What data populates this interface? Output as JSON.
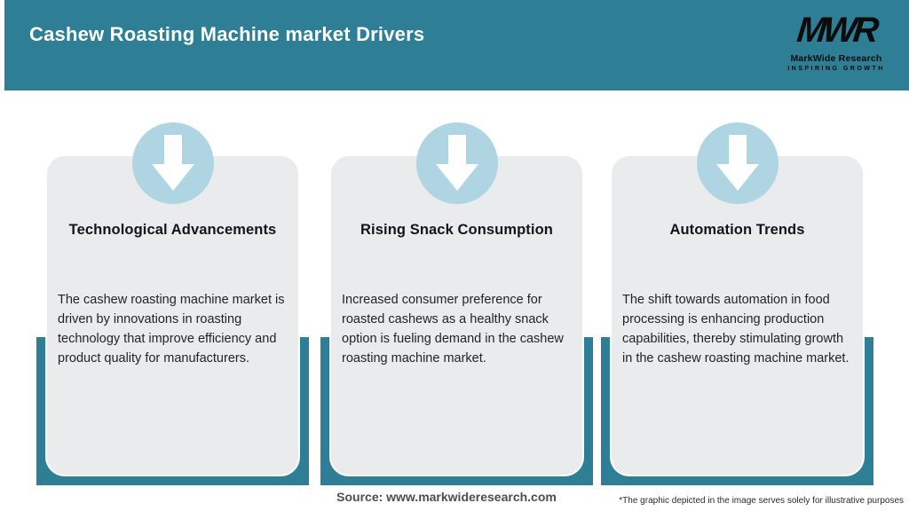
{
  "header": {
    "title": "Cashew Roasting Machine market Drivers",
    "logo": {
      "monogram": "MWR",
      "name": "MarkWide Research",
      "tagline": "INSPIRING GROWTH"
    }
  },
  "cards": [
    {
      "icon": "down-arrow-icon",
      "title": "Technological Advancements",
      "body": "The cashew roasting machine market is driven by innovations in roasting technology that improve efficiency and product quality for manufacturers."
    },
    {
      "icon": "down-arrow-icon",
      "title": "Rising Snack Consumption",
      "body": "Increased consumer preference for roasted cashews as a healthy snack option is fueling demand in the cashew roasting machine market."
    },
    {
      "icon": "down-arrow-icon",
      "title": "Automation Trends",
      "body": "The shift towards automation in food processing is enhancing production capabilities, thereby stimulating growth in the cashew roasting machine market."
    }
  ],
  "footer": {
    "source": "Source: www.markwideresearch.com",
    "disclaimer": "*The graphic depicted in the image serves solely for illustrative purposes"
  },
  "colors": {
    "header_teal": "#2e7e95",
    "frame_teal": "#2e7e95",
    "badge_blue": "#afd5e2",
    "card_gray": "#e9ebec",
    "title_text": "#ffffff"
  }
}
